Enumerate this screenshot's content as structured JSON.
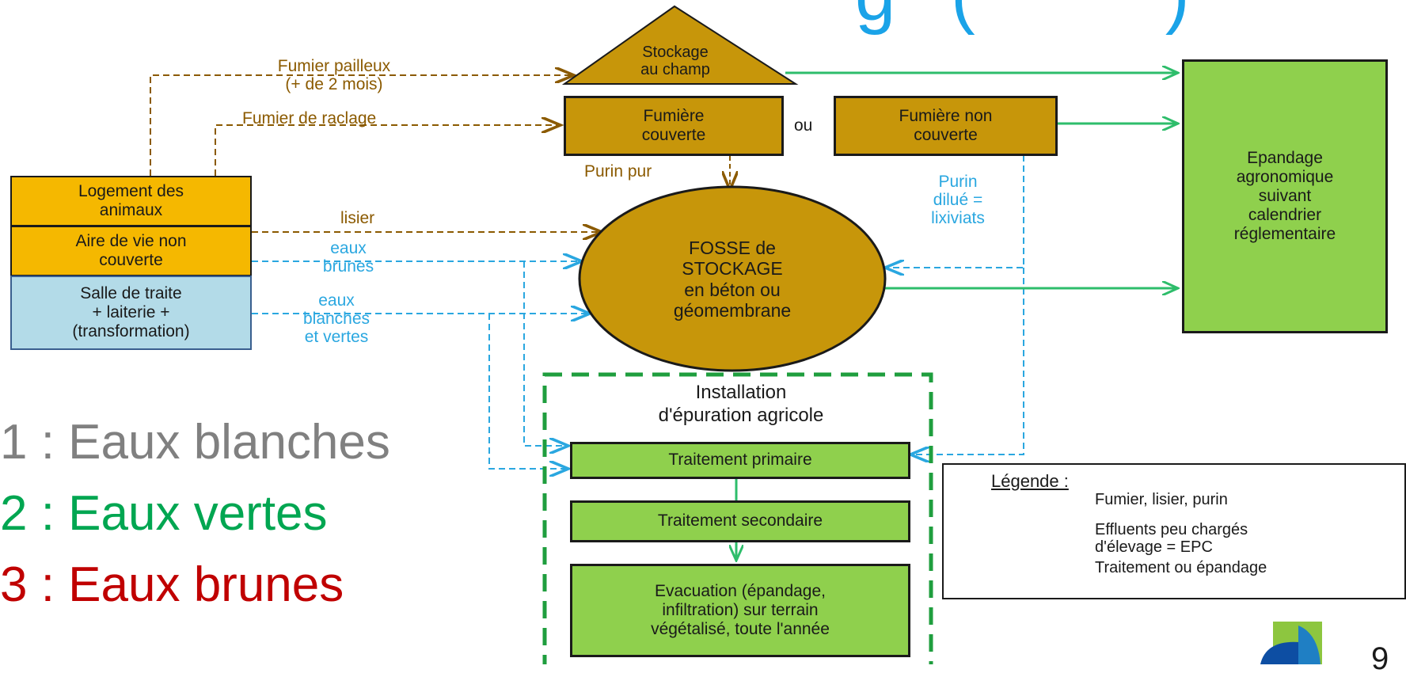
{
  "colors": {
    "brown_arrow": "#8b5a00",
    "blue_arrow": "#2aa7e0",
    "green_arrow": "#2ebd6b",
    "brown_box": "#c7960a",
    "yellow_box": "#f5b800",
    "blue_box": "#b3dbe8",
    "green_box": "#8fd04d",
    "title": "#1aa3e8",
    "eaux_blanches": "#808080",
    "eaux_vertes": "#00a651",
    "eaux_brunes": "#c00000"
  },
  "title_fragment": "g... (....)",
  "nodes": {
    "stockage_champ": "Stockage\nau champ",
    "fumiere_couverte": "Fumière\ncouverte",
    "ou": "ou",
    "fumiere_non_couverte": "Fumière non\ncouverte",
    "epandage": "Epandage\nagronomique\nsuivant\ncalendrier\nréglementaire",
    "logement": "Logement des\nanimaux",
    "aire_de_vie": "Aire de vie non\ncouverte",
    "salle_traite": "Salle de traite\n+ laiterie +\n(transformation)",
    "fosse": "FOSSE de\nSTOCKAGE\nen béton ou\ngéomembrane",
    "installation": "Installation\nd'épuration agricole",
    "traitement_primaire": "Traitement primaire",
    "traitement_secondaire": "Traitement secondaire",
    "evacuation": "Evacuation (épandage,\ninfiltration) sur terrain\nvégétalisé, toute l'année"
  },
  "edge_labels": {
    "fumier_pailleux": "Fumier pailleux\n(+ de 2 mois)",
    "fumier_raclage": "Fumier de raclage",
    "purin_pur": "Purin pur",
    "purin_dilue": "Purin\ndilué =\nlixiviats",
    "lisier": "lisier",
    "eaux_brunes": "eaux\nbrunes",
    "eaux_blanches_vertes": "eaux\nblanches\net vertes"
  },
  "legend": {
    "title": "Légende :",
    "items": [
      {
        "style": "brown-dashed",
        "label": "Fumier, lisier, purin"
      },
      {
        "style": "blue-dashed",
        "label": "Effluents peu chargés\nd'élevage = EPC"
      },
      {
        "style": "green-solid",
        "label": "Traitement ou épandage"
      }
    ]
  },
  "waters": [
    {
      "text": "1 : Eaux blanches",
      "color": "#808080"
    },
    {
      "text": "2 : Eaux vertes",
      "color": "#00a651"
    },
    {
      "text": "3 : Eaux brunes",
      "color": "#c00000"
    }
  ],
  "page_number": "9"
}
